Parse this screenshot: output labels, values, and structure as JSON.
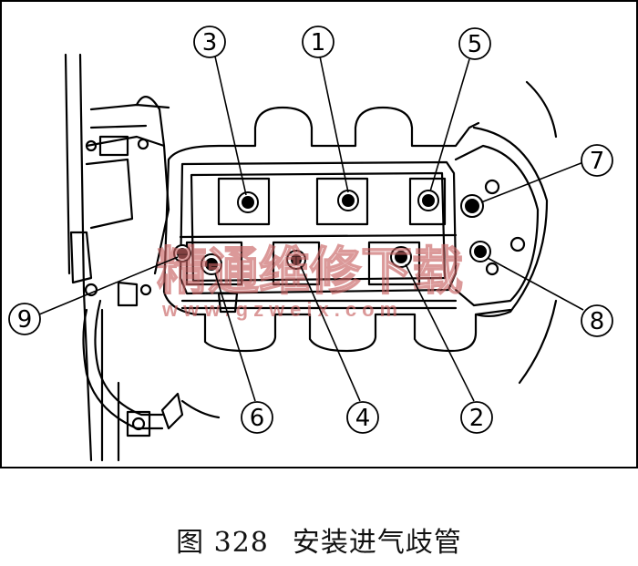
{
  "figure": {
    "callouts": [
      "3",
      "1",
      "5",
      "7",
      "8",
      "9",
      "6",
      "4",
      "2"
    ],
    "watermark": {
      "chinese": "精通维修下载",
      "url": "www.gzweix.com"
    }
  },
  "caption": {
    "label": "图 328",
    "title": "安装进气歧管"
  }
}
